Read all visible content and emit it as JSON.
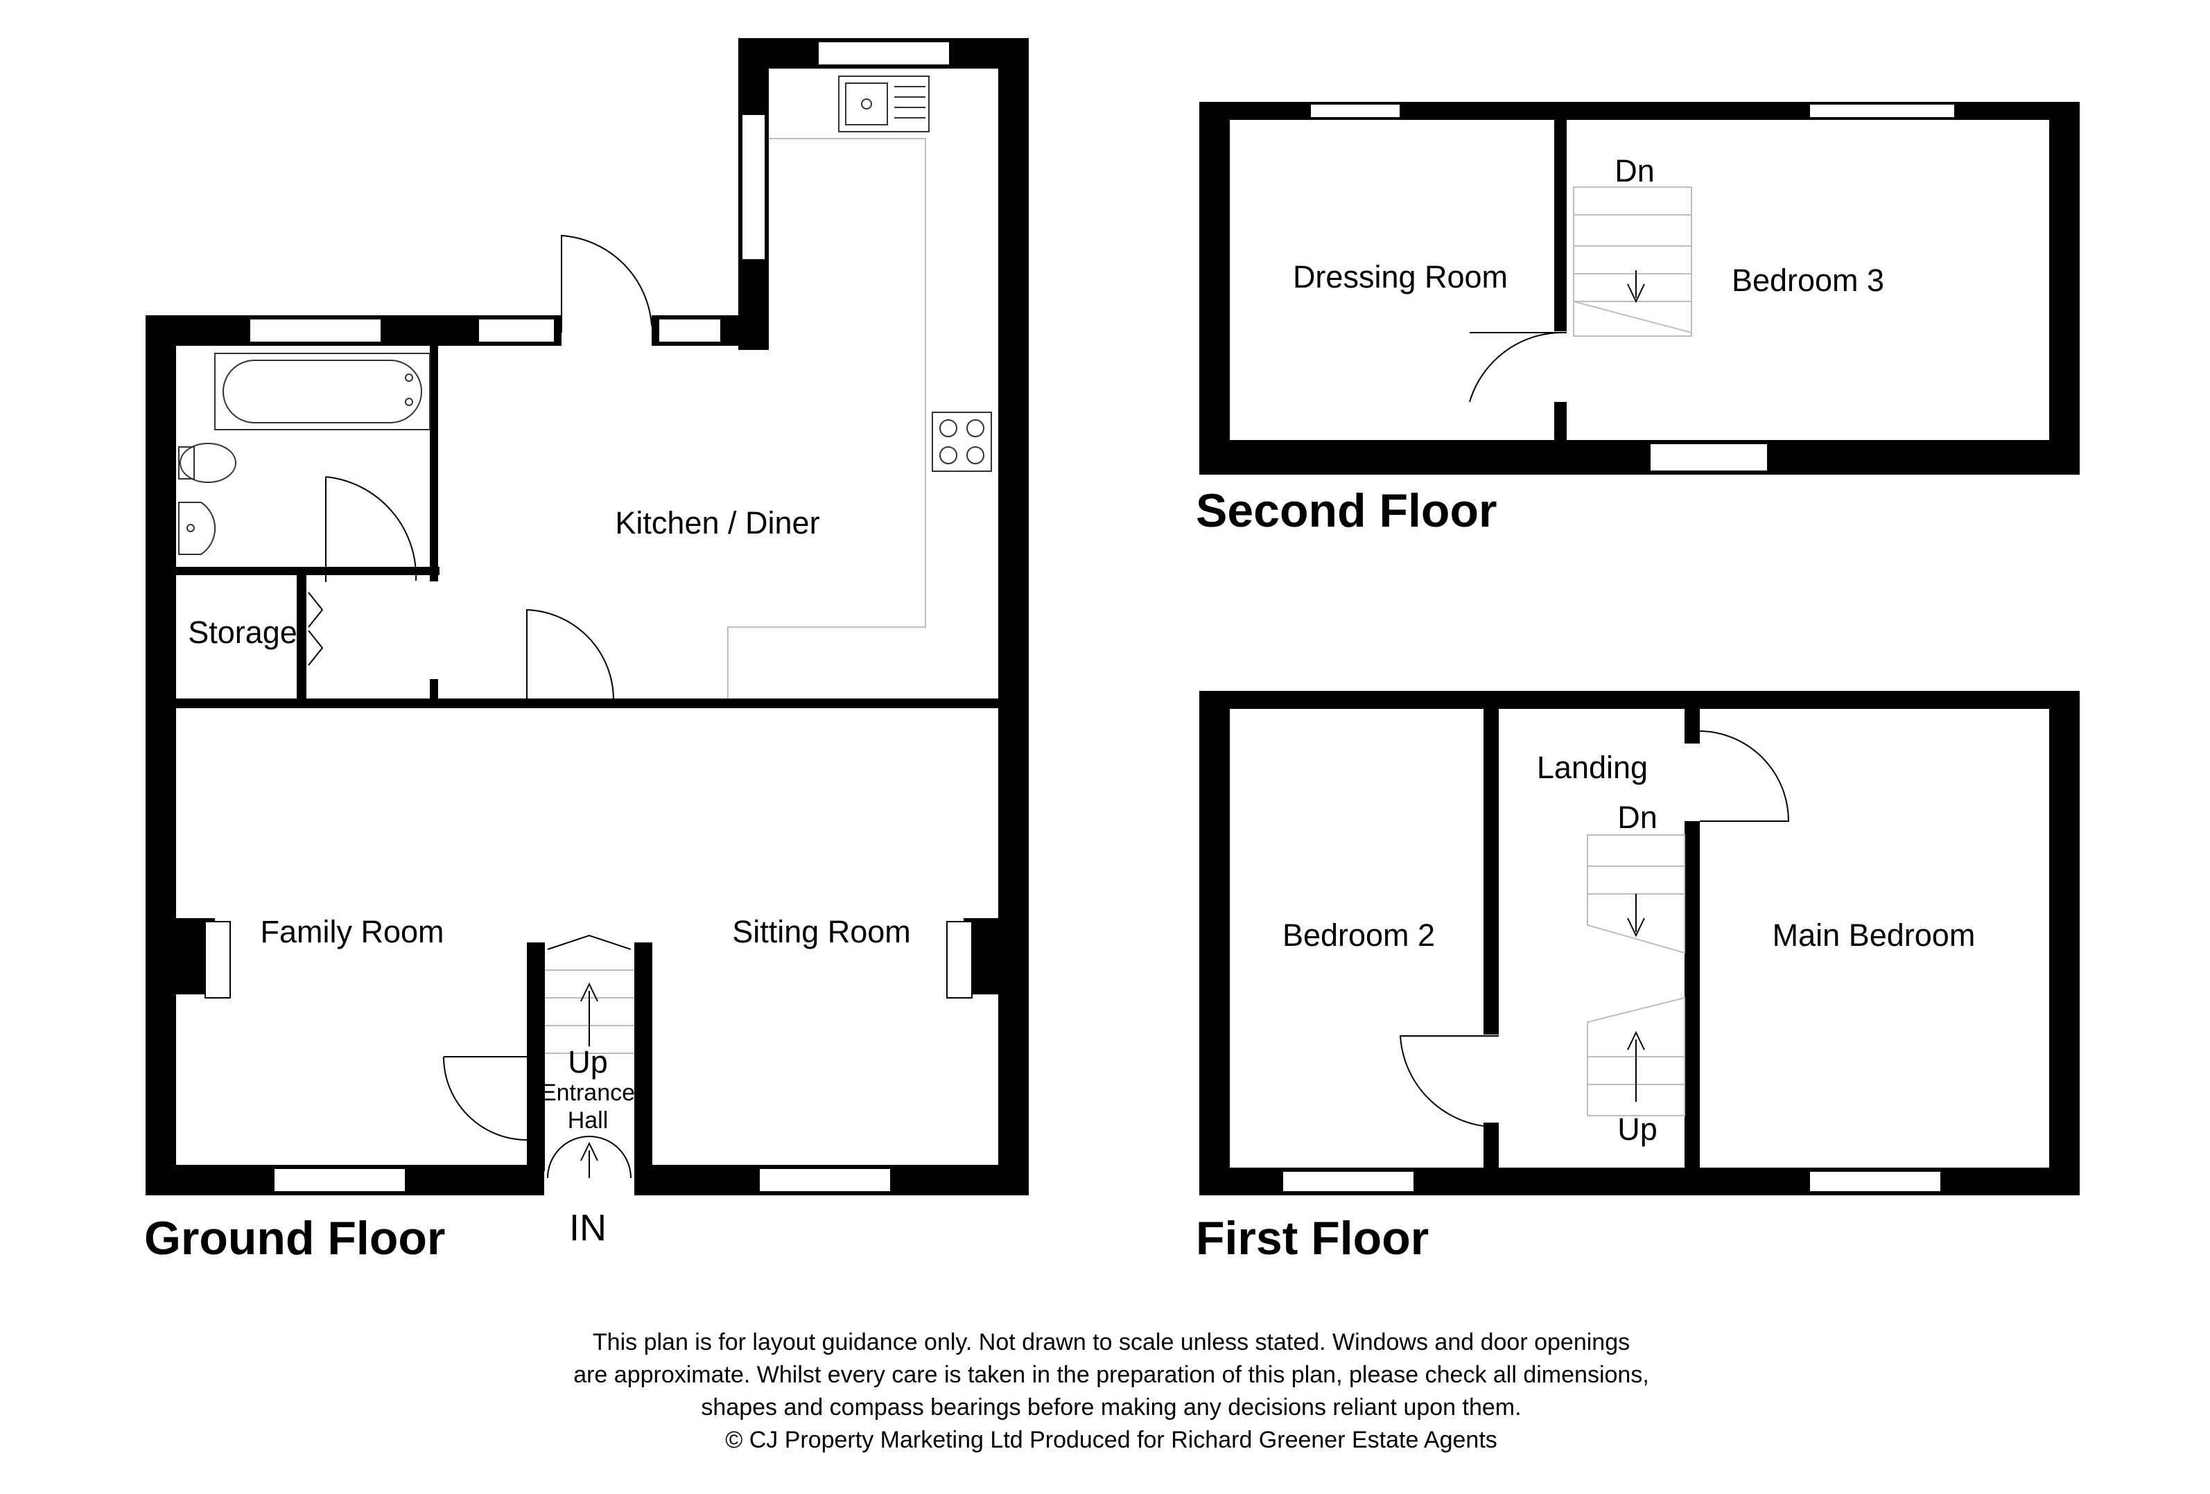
{
  "floors": {
    "ground": {
      "title": "Ground Floor",
      "rooms": {
        "kitchen": "Kitchen / Diner",
        "storage": "Storage",
        "family": "Family Room",
        "sitting": "Sitting Room",
        "up": "Up",
        "entrance_line1": "Entrance",
        "entrance_line2": "Hall",
        "in": "IN"
      }
    },
    "first": {
      "title": "First Floor",
      "rooms": {
        "bedroom2": "Bedroom 2",
        "landing": "Landing",
        "dn": "Dn",
        "up": "Up",
        "main": "Main Bedroom"
      }
    },
    "second": {
      "title": "Second Floor",
      "rooms": {
        "dressing": "Dressing Room",
        "dn": "Dn",
        "bedroom3": "Bedroom 3"
      }
    }
  },
  "disclaimer": {
    "line1": "This plan is for layout guidance only. Not drawn to scale unless stated. Windows and door openings",
    "line2": "are approximate. Whilst every care is taken in the preparation of this plan, please check all dimensions,",
    "line3": "shapes and compass bearings before making any decisions reliant upon them.",
    "line4": "© CJ Property Marketing Ltd Produced for Richard Greener Estate Agents"
  }
}
